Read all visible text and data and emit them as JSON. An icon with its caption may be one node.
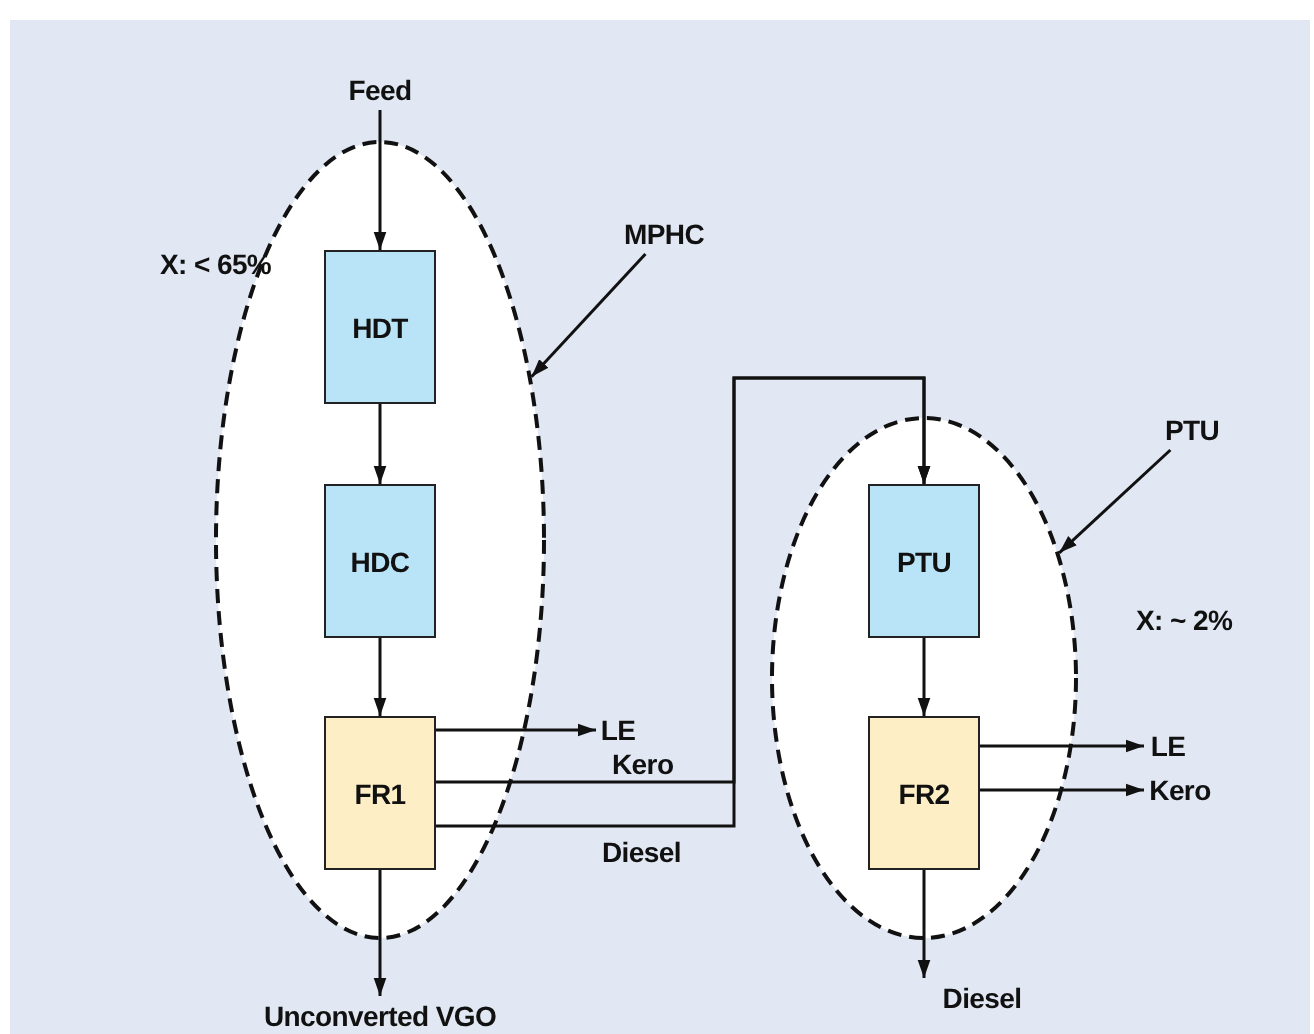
{
  "diagram": {
    "nodes": [
      {
        "text": [
          "Feed"
        ]
      },
      {
        "text": [],
        "shape": "ellipse"
      },
      {
        "text": [
          "HDT"
        ],
        "in": 1
      },
      {
        "text": [
          "HDC"
        ],
        "in": 1
      },
      {
        "text": [
          "FR1"
        ],
        "in": 1
      },
      {
        "text": [
          "MPHC"
        ]
      },
      {
        "text": [
          "LE"
        ]
      },
      {
        "text": [
          "Unconverted VGO"
        ]
      },
      {
        "text": [],
        "shape": "ellipse"
      },
      {
        "text": [
          "PTU"
        ],
        "in": 8
      },
      {
        "text": [
          "FR2"
        ],
        "in": 8
      },
      {
        "text": [
          "PTU"
        ]
      },
      {
        "text": [
          "LE"
        ]
      },
      {
        "text": [
          "Kero"
        ]
      },
      {
        "text": [
          "Diesel"
        ]
      }
    ],
    "edges": [
      {
        "from": 0,
        "to": 2,
        "arrow": "to"
      },
      {
        "from": 2,
        "to": 3,
        "arrow": "to"
      },
      {
        "from": 3,
        "to": 4,
        "arrow": "to"
      },
      {
        "from": 4,
        "to": 6,
        "arrow": "to"
      },
      {
        "from": 4,
        "to": 9,
        "arrow": "to",
        "label": "Kero"
      },
      {
        "from": 4,
        "to": 9,
        "arrow": "to",
        "label": "Diesel"
      },
      {
        "from": 4,
        "to": 7,
        "arrow": "to"
      },
      {
        "from": 5,
        "to": 1,
        "arrow": "to"
      },
      {
        "from": 9,
        "to": 10,
        "arrow": "to"
      },
      {
        "from": 10,
        "to": 12,
        "arrow": "to"
      },
      {
        "from": 10,
        "to": 13,
        "arrow": "to"
      },
      {
        "from": 10,
        "to": 14,
        "arrow": "to"
      },
      {
        "from": 11,
        "to": 8,
        "arrow": "to"
      }
    ],
    "labels": [
      "X: < 65%",
      "X: ~ 2%"
    ]
  }
}
